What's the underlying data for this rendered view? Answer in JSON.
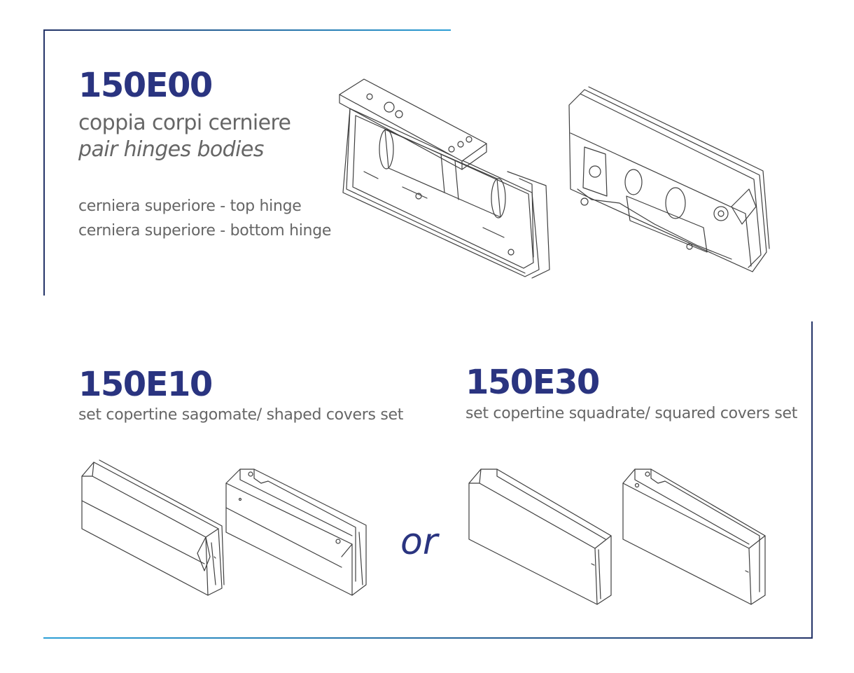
{
  "colors": {
    "title": "#2a3480",
    "text": "#666666",
    "frame_dark": "#243468",
    "frame_light": "#2b9fd6",
    "drawing": "#3f3f3f"
  },
  "product_e00": {
    "code": "150E00",
    "name_it": "coppia corpi cerniere",
    "name_en": "pair hinges bodies",
    "line1": "cerniera superiore - top hinge",
    "line2": "cerniera superiore - bottom hinge",
    "images": [
      "hinge-body-top-drawing",
      "hinge-body-bottom-drawing"
    ]
  },
  "product_e10": {
    "code": "150E10",
    "description": "set copertine sagomate/ shaped covers set",
    "images": [
      "shaped-cover-front-drawing",
      "shaped-cover-back-drawing"
    ]
  },
  "separator_word": "or",
  "product_e30": {
    "code": "150E30",
    "description": "set copertine squadrate/ squared covers set",
    "images": [
      "squared-cover-front-drawing",
      "squared-cover-back-drawing"
    ]
  }
}
